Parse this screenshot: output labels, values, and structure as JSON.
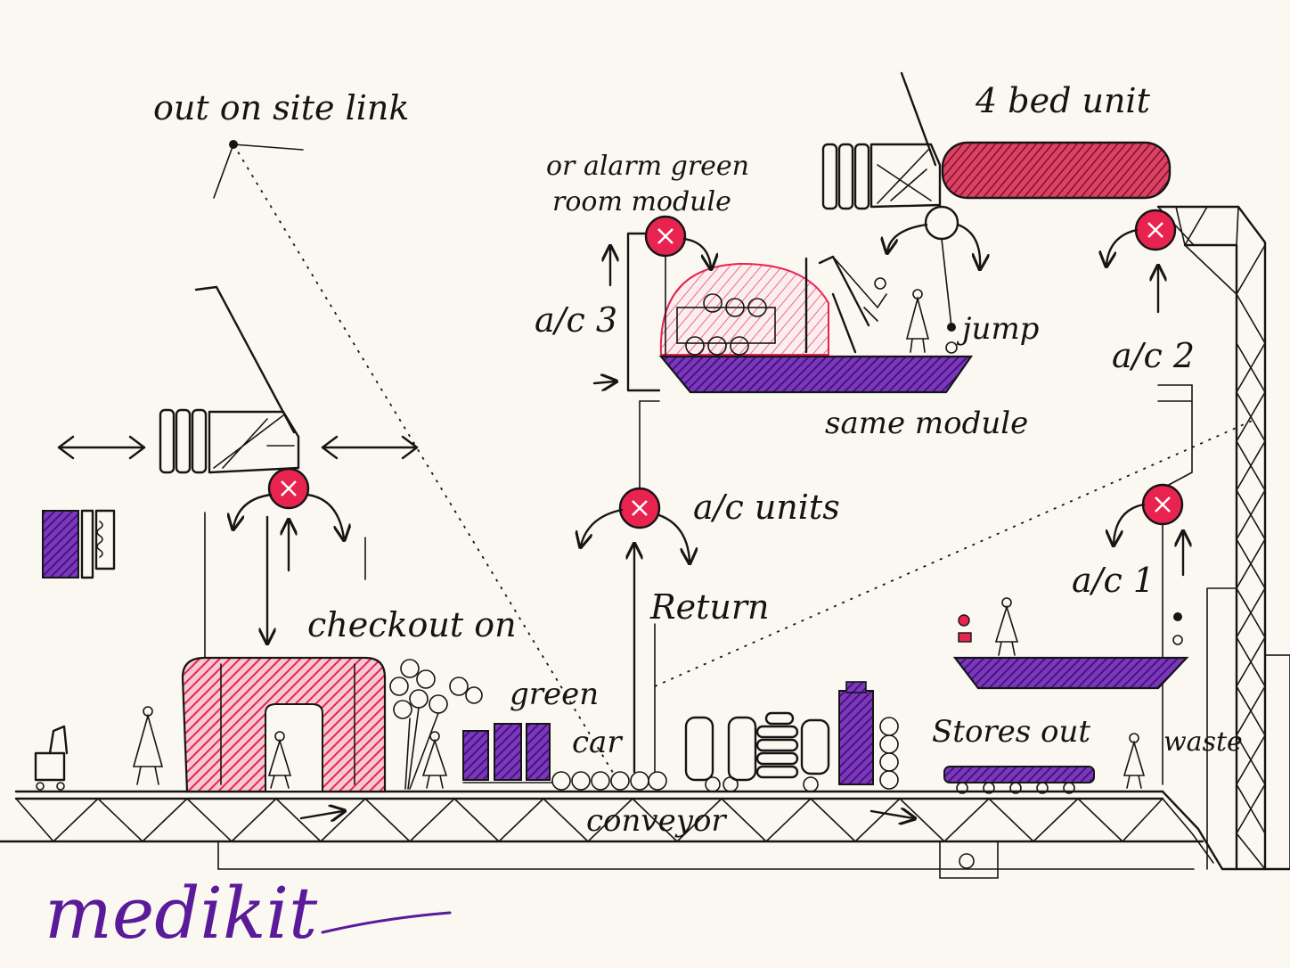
{
  "colors": {
    "ink": "#151515",
    "pink": "#e8234f",
    "pink_light": "#f06a82",
    "crimson": "#b0103a",
    "purple": "#5a1a9a",
    "paper": "#fbf8f1"
  },
  "labels": {
    "site_link": "out on site link",
    "four_bed": "4 bed unit",
    "alarm_line1": "or alarm green",
    "alarm_line2": "room module",
    "ac3": "a/c 3",
    "ac2": "a/c 2",
    "ac1": "a/c 1",
    "jump": "jump",
    "same_module": "same module",
    "ac_units": "a/c units",
    "return": "Return",
    "checkout": "checkout on",
    "green": "green",
    "car": "car",
    "stores_out": "Stores out",
    "waste": "waste",
    "conveyor": "conveyor",
    "brand": "medikit"
  }
}
